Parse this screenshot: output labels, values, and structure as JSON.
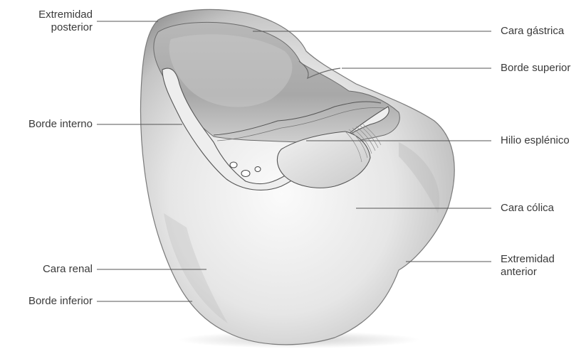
{
  "labels": {
    "extremidad_posterior": [
      "Extremidad",
      "posterior"
    ],
    "borde_interno": "Borde interno",
    "cara_renal": "Cara renal",
    "borde_inferior": "Borde inferior",
    "cara_gastrica": "Cara gástrica",
    "borde_superior": "Borde superior",
    "hilio_esplenico": "Hilio esplénico",
    "cara_colica": "Cara cólica",
    "extremidad_anterior": [
      "Extremidad",
      "anterior"
    ]
  },
  "colors": {
    "organ_light": "#f4f4f4",
    "organ_mid": "#d6d6d6",
    "organ_dark": "#8a8a8a",
    "leader_line": "#555555",
    "label_text": "#3a3a3a"
  }
}
